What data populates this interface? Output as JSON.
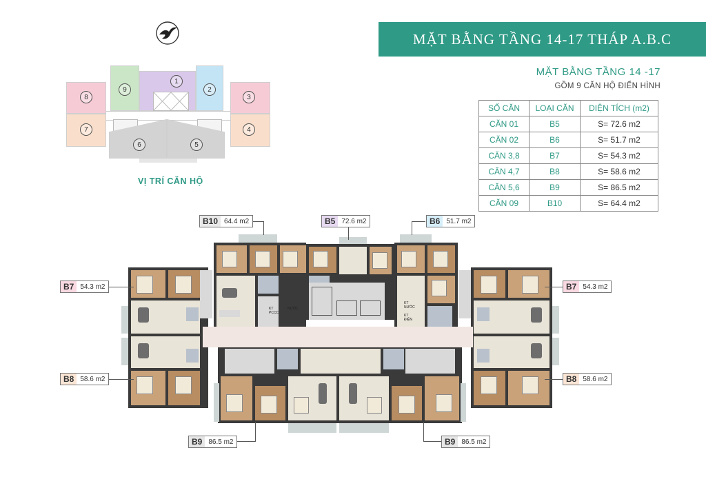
{
  "header": {
    "title": "MẶT BẰNG TẦNG 14-17 THÁP A.B.C",
    "floor_heading": "MẶT BẰNG TẦNG 14 -17",
    "floor_subheading": "GỒM 9 CĂN HỘ ĐIỂN HÌNH"
  },
  "table": {
    "headers": [
      "SỐ CĂN",
      "LOẠI CĂN",
      "DIỆN TÍCH (m2)"
    ],
    "rows": [
      [
        "CĂN 01",
        "B5",
        "S= 72.6 m2"
      ],
      [
        "CĂN 02",
        "B6",
        "S= 51.7 m2"
      ],
      [
        "CĂN 3,8",
        "B7",
        "S= 54.3 m2"
      ],
      [
        "CĂN 4,7",
        "B8",
        "S= 58.6 m2"
      ],
      [
        "CĂN 5,6",
        "B9",
        "S= 86.5 m2"
      ],
      [
        "CĂN 09",
        "B10",
        "S= 64.4 m2"
      ]
    ]
  },
  "keyplan": {
    "caption": "VỊ TRÍ CĂN HỘ",
    "units": [
      "1",
      "2",
      "3",
      "4",
      "5",
      "6",
      "7",
      "8",
      "9"
    ],
    "colors": {
      "purple": "#d9c8ea",
      "blue": "#c3e4f5",
      "pink": "#f6cbd6",
      "peach": "#f9dfcb",
      "grey": "#d3d3d3",
      "green": "#cbe6c6"
    }
  },
  "unit_labels": {
    "b10": {
      "code": "B10",
      "area": "64.4 m2"
    },
    "b5": {
      "code": "B5",
      "area": "72.6 m2"
    },
    "b6": {
      "code": "B6",
      "area": "51.7 m2"
    },
    "b7_left": {
      "code": "B7",
      "area": "54.3 m2"
    },
    "b7_right": {
      "code": "B7",
      "area": "54.3 m2"
    },
    "b8_left": {
      "code": "B8",
      "area": "58.6 m2"
    },
    "b8_right": {
      "code": "B8",
      "area": "58.6 m2"
    },
    "b9_left": {
      "code": "B9",
      "area": "86.5 m2"
    },
    "b9_right": {
      "code": "B9",
      "area": "86.5 m2"
    }
  },
  "plan_text": {
    "kt_pccc": "KT PCCC",
    "nuoc": "NƯỚC",
    "kt_nuoc": "KT NƯỚC",
    "kt_dien": "KT ĐIỆN"
  },
  "colors": {
    "accent": "#2f9a86",
    "label_b10": "#e9e9e9",
    "label_b5": "#e6d9f0",
    "label_b6": "#d6eef9",
    "label_b7": "#f9d9e2",
    "label_b8": "#fbe6d6",
    "label_b9": "#e6e6e6"
  },
  "icons": {
    "logo": "bird-logo-icon"
  }
}
